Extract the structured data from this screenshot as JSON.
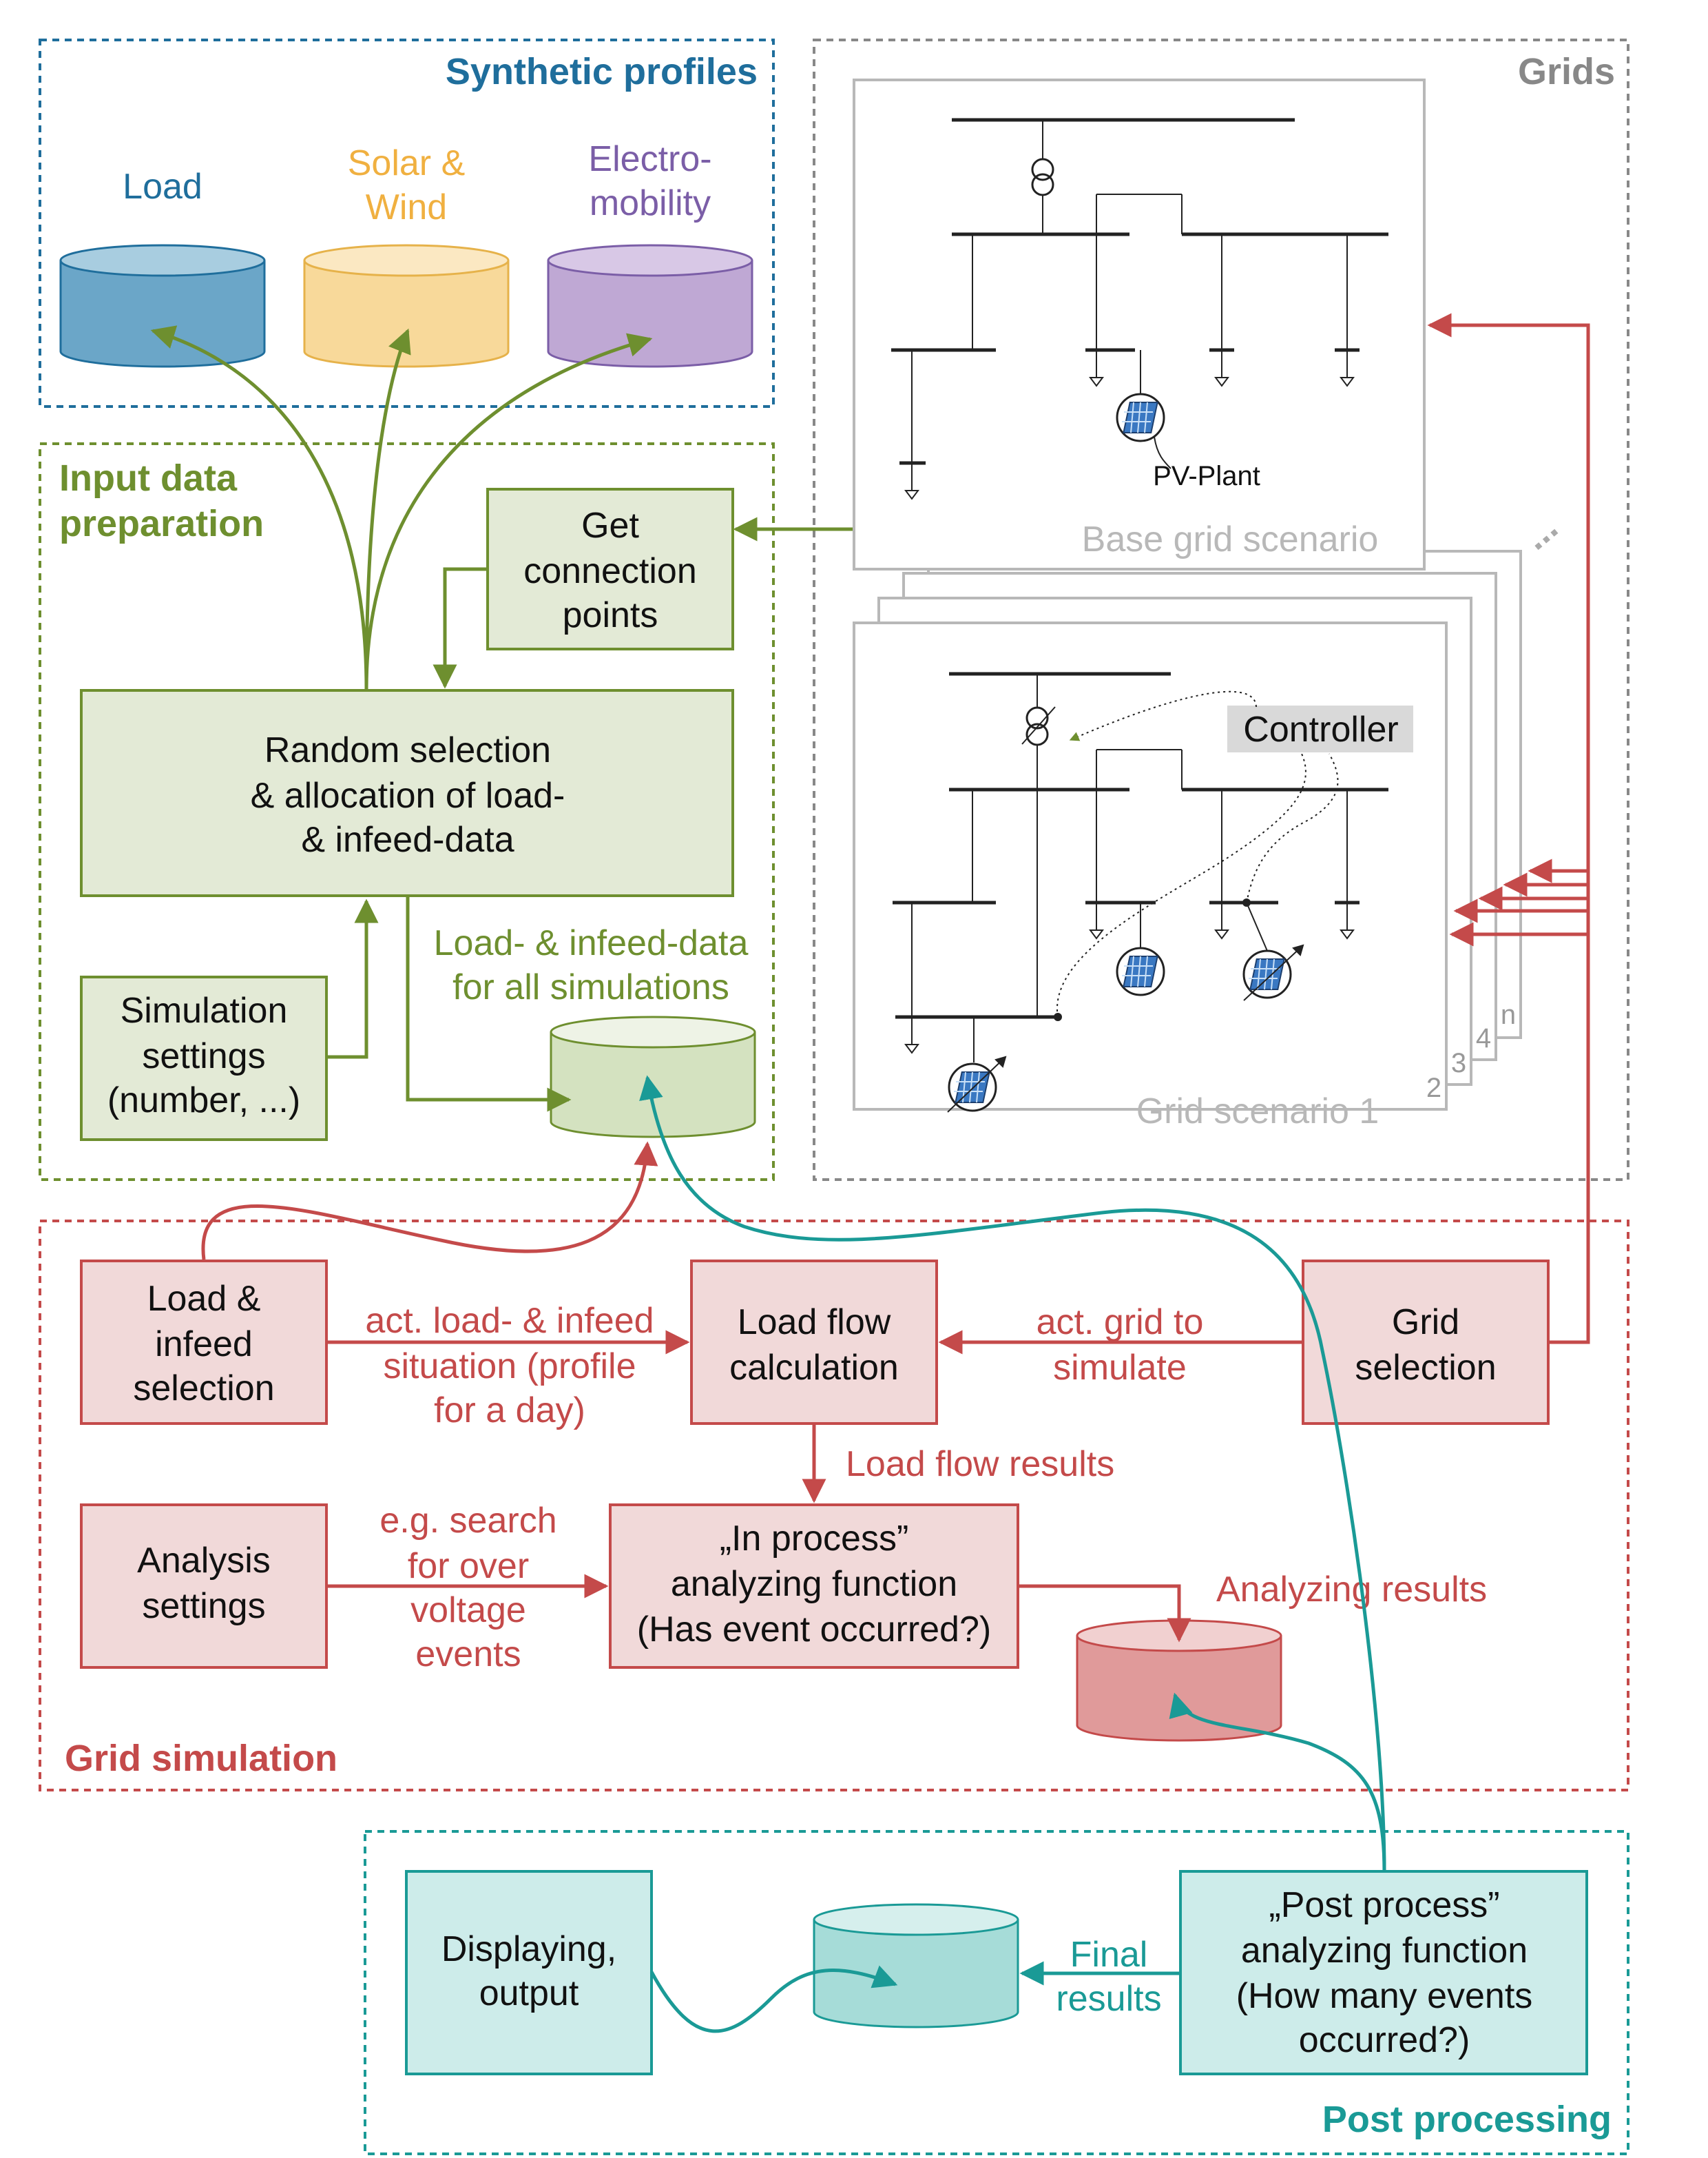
{
  "regions": {
    "synthetic_profiles": "Synthetic profiles",
    "grids": "Grids",
    "input_data_preparation": [
      "Input data",
      "preparation"
    ],
    "grid_simulation": "Grid simulation",
    "post_processing": "Post processing"
  },
  "profiles": {
    "load": "Load",
    "solar_wind": [
      "Solar &",
      "Wind"
    ],
    "emobility": [
      "Electro-",
      "mobility"
    ]
  },
  "input_prep": {
    "get_connection_points": [
      "Get",
      "connection",
      "points"
    ],
    "random_selection": [
      "Random selection",
      "& allocation of load-",
      "& infeed-data"
    ],
    "simulation_settings": [
      "Simulation",
      "settings",
      "(number, ...)"
    ],
    "load_infeed_data_label": [
      "Load- & infeed-data",
      "for all simulations"
    ]
  },
  "grids": {
    "pv_plant": "PV-Plant",
    "base_grid_scenario": "Base grid scenario",
    "controller": "Controller",
    "grid_scenario_1": "Grid scenario 1",
    "stack_numbers": [
      "2",
      "3",
      "4",
      "n"
    ],
    "ellipsis": "..."
  },
  "simulation": {
    "load_infeed_selection": [
      "Load &",
      "infeed",
      "selection"
    ],
    "edge_situation": [
      "act. load- & infeed",
      "situation (profile",
      "for a day)"
    ],
    "load_flow_calculation": [
      "Load flow",
      "calculation"
    ],
    "edge_grid": [
      "act. grid to",
      "simulate"
    ],
    "grid_selection": [
      "Grid",
      "selection"
    ],
    "load_flow_results": "Load flow results",
    "analysis_settings": [
      "Analysis",
      "settings"
    ],
    "edge_search": [
      "e.g. search",
      "for over",
      "voltage",
      "events"
    ],
    "in_process": [
      "„In process”",
      "analyzing function",
      "(Has event occurred?)"
    ],
    "analyzing_results": "Analyzing results"
  },
  "post": {
    "displaying_output": [
      "Displaying,",
      "output"
    ],
    "final_results": [
      "Final",
      "results"
    ],
    "post_process": [
      "„Post process”",
      "analyzing function",
      "(How many events",
      "occurred?)"
    ]
  },
  "colors": {
    "blue": "#1f6e9c",
    "orange": "#f0b040",
    "purple": "#7b5ea7",
    "green": "#6e8f2f",
    "red": "#c44a4a",
    "teal": "#1a9a96",
    "gray": "#888888"
  }
}
